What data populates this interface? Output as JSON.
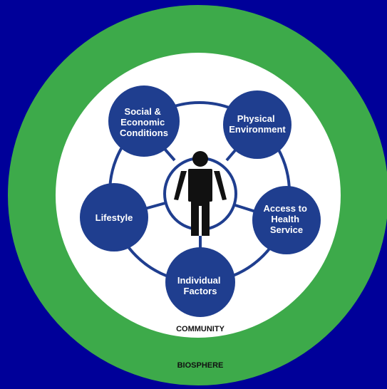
{
  "colors": {
    "background": "#000099",
    "biosphere": "#3daa4a",
    "community": "#ffffff",
    "node": "#1f3e8f",
    "connector": "#1f3e8f",
    "person": "#111111"
  },
  "rings": {
    "community_label": "COMMUNITY",
    "biosphere_label": "BIOSPHERE"
  },
  "center": {
    "icon": "person-icon"
  },
  "nodes": [
    {
      "id": "social-economic",
      "lines": [
        "Social &",
        "Economic",
        "Conditions"
      ]
    },
    {
      "id": "physical-environment",
      "lines": [
        "Physical",
        "Environment"
      ]
    },
    {
      "id": "access-health",
      "lines": [
        "Access to",
        "Health",
        "Service"
      ]
    },
    {
      "id": "individual-factors",
      "lines": [
        "Individual",
        "Factors"
      ]
    },
    {
      "id": "lifestyle",
      "lines": [
        "Lifestyle"
      ]
    }
  ]
}
